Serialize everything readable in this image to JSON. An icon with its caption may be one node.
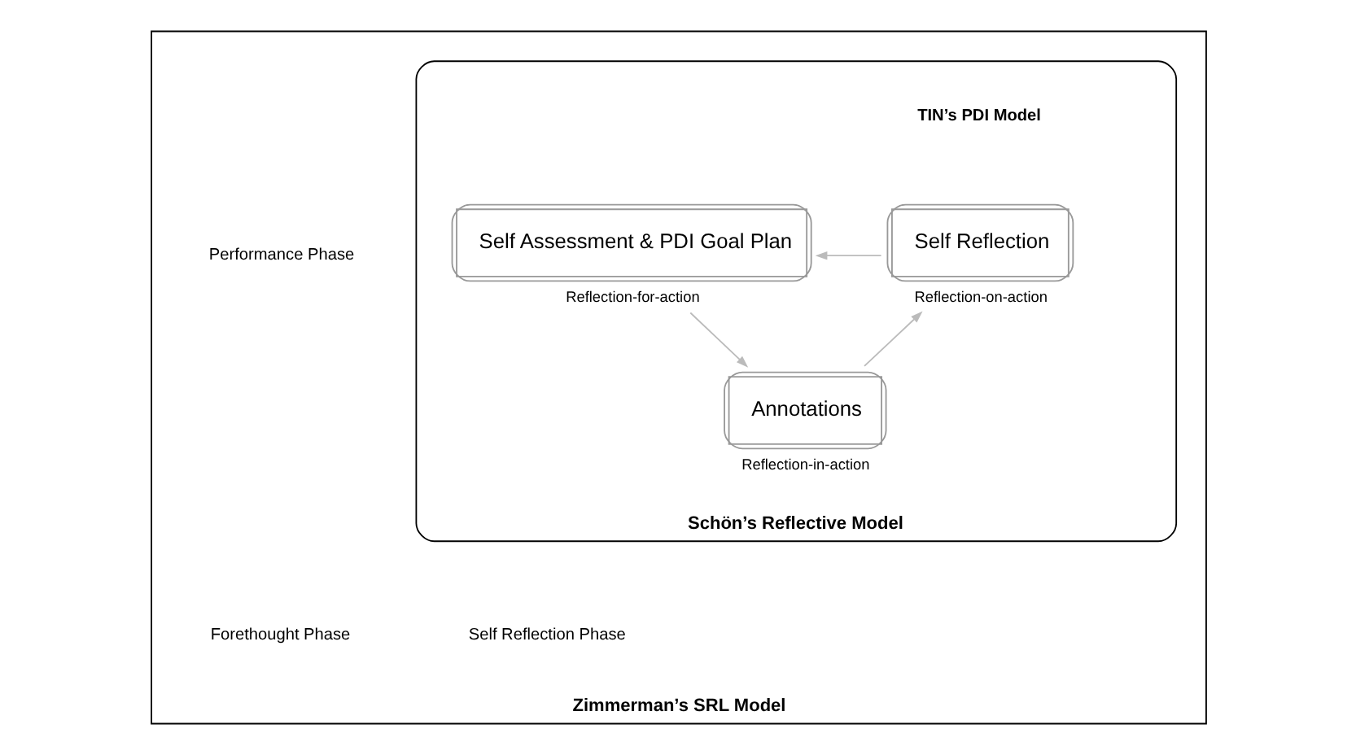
{
  "diagram": {
    "nodes": [
      {
        "text": [
          "Zimmerman’s SRL Model"
        ]
      },
      {
        "text": [
          "Schön’s Reflective Model"
        ],
        "in": 0
      },
      {
        "text": [
          "Annotations"
        ],
        "in": 1,
        "beside": [
          "Reflection-in-action"
        ]
      },
      {
        "text": [
          "Self Assessment & PDI Goal Plan"
        ],
        "in": 1,
        "beside": [
          "Reflection-for-action"
        ]
      },
      {
        "text": [
          "Self Reflection"
        ],
        "in": 1,
        "beside": [
          "Reflection-on-action"
        ]
      }
    ],
    "edges": [
      {
        "from": 3,
        "to": 2,
        "arrow": "to"
      },
      {
        "from": 2,
        "to": 4,
        "arrow": "to"
      },
      {
        "from": 4,
        "to": 3,
        "arrow": "to"
      }
    ],
    "labels": [
      "Performance Phase",
      "TIN’s PDI Model",
      "Forethought Phase",
      "Self Reflection Phase"
    ]
  }
}
